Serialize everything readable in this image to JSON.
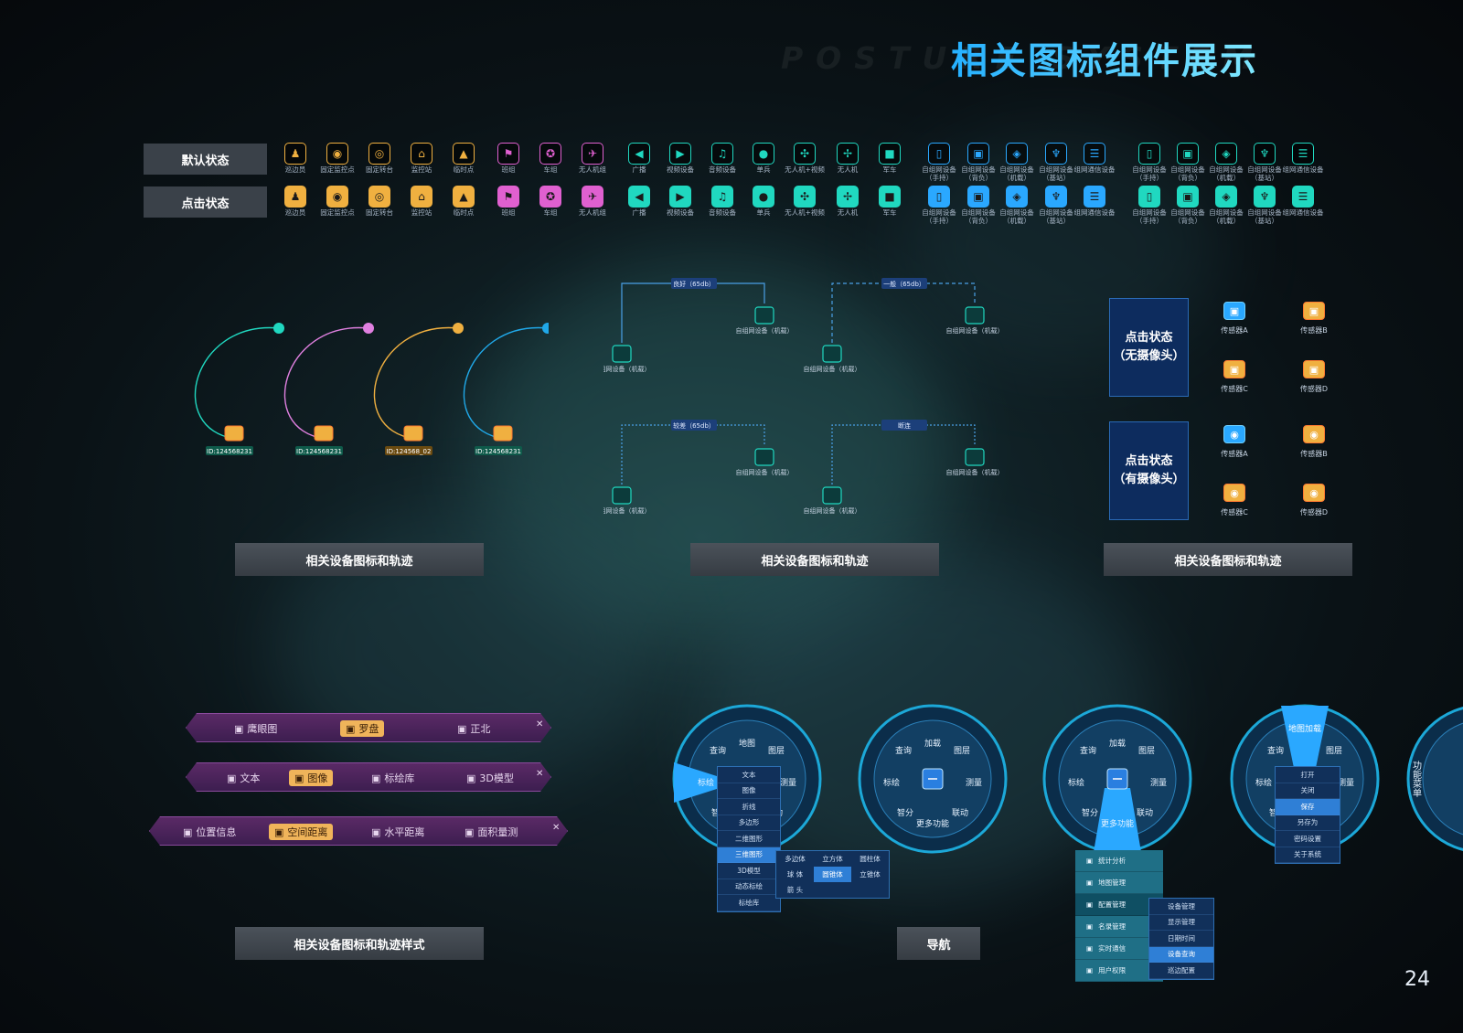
{
  "header": {
    "title": "相关图标组件展示",
    "bg_text": "POSTURE SYSTEM",
    "page_number": "24"
  },
  "states": {
    "default": "默认状态",
    "clicked": "点击状态"
  },
  "icon_groups": [
    {
      "label": "巡边员",
      "glyph": "♟",
      "color": "#f0b040"
    },
    {
      "label": "固定监控点",
      "glyph": "◉",
      "color": "#f0b040"
    },
    {
      "label": "固定转台",
      "glyph": "◎",
      "color": "#f0b040"
    },
    {
      "label": "监控站",
      "glyph": "⌂",
      "color": "#f0b040"
    },
    {
      "label": "临时点",
      "glyph": "▲",
      "color": "#f0b040"
    },
    {
      "label": "班组",
      "glyph": "⚑",
      "color": "#e060d0"
    },
    {
      "label": "车组",
      "glyph": "✪",
      "color": "#e060d0"
    },
    {
      "label": "无人机组",
      "glyph": "✈",
      "color": "#e060d0"
    },
    {
      "label": "广播",
      "glyph": "◀",
      "color": "#20d8c0"
    },
    {
      "label": "视频设备",
      "glyph": "▶",
      "color": "#20d8c0"
    },
    {
      "label": "音频设备",
      "glyph": "♫",
      "color": "#20d8c0"
    },
    {
      "label": "单兵",
      "glyph": "●",
      "color": "#20d8c0"
    },
    {
      "label": "无人机+视频",
      "glyph": "✣",
      "color": "#20d8c0"
    },
    {
      "label": "无人机",
      "glyph": "✢",
      "color": "#20d8c0"
    },
    {
      "label": "军车",
      "glyph": "■",
      "color": "#20d8c0"
    },
    {
      "label": "自组网设备（手持）",
      "glyph": "▯",
      "color": "#2aa8ff"
    },
    {
      "label": "自组网设备（背负）",
      "glyph": "▣",
      "color": "#2aa8ff"
    },
    {
      "label": "自组网设备（机载）",
      "glyph": "◈",
      "color": "#2aa8ff"
    },
    {
      "label": "自组网设备（基站）",
      "glyph": "♆",
      "color": "#2aa8ff"
    },
    {
      "label": "组网通信设备",
      "glyph": "☰",
      "color": "#2aa8ff"
    },
    {
      "label": "自组网设备（手持）",
      "glyph": "▯",
      "color": "#20d8c0"
    },
    {
      "label": "自组网设备（背负）",
      "glyph": "▣",
      "color": "#20d8c0"
    },
    {
      "label": "自组网设备（机载）",
      "glyph": "◈",
      "color": "#20d8c0"
    },
    {
      "label": "自组网设备（基站）",
      "glyph": "♆",
      "color": "#20d8c0"
    },
    {
      "label": "组网通信设备",
      "glyph": "☰",
      "color": "#20d8c0"
    }
  ],
  "trajectories": [
    {
      "id": "ID:124568231",
      "color": "#20d8c0",
      "dot": "#20d8c0"
    },
    {
      "id": "ID:124568231",
      "color": "#e080e0",
      "dot": "#e080e0"
    },
    {
      "id": "ID:124568_02",
      "color": "#f0b040",
      "dot": "#f0b040"
    },
    {
      "id": "ID:124568231",
      "color": "#20a8e8",
      "dot": "#20a8e8"
    }
  ],
  "links": [
    {
      "tag": "良好（65db）",
      "src": "自组网设备（机载）",
      "dst": "自组网设备（机载）"
    },
    {
      "tag": "一般（65db）",
      "src": "自组网设备（机载）",
      "dst": "自组网设备（机载）"
    },
    {
      "tag": "较差（65db）",
      "src": "自组网设备（机载）",
      "dst": "自组网设备（机载）"
    },
    {
      "tag": "断连",
      "src": "自组网设备（机载）",
      "dst": "自组网设备（机载）"
    }
  ],
  "panels": {
    "no_camera": "点击状态\n（无摄像头）",
    "with_camera": "点击状态\n（有摄像头）",
    "sensors": [
      "传感器A",
      "传感器B",
      "传感器C",
      "传感器D"
    ]
  },
  "sections": {
    "s1": "相关设备图标和轨迹",
    "s2": "相关设备图标和轨迹",
    "s3": "相关设备图标和轨迹",
    "s4": "相关设备图标和轨迹样式",
    "s5": "导航"
  },
  "toolbars": [
    {
      "items": [
        "鹰眼图",
        "罗盘",
        "正北"
      ],
      "selected": 1
    },
    {
      "items": [
        "文本",
        "图像",
        "标绘库",
        "3D模型"
      ],
      "selected": 1
    },
    {
      "items": [
        "位置信息",
        "空间距离",
        "水平距离",
        "面积量测"
      ],
      "selected": 1
    }
  ],
  "nav": {
    "wheel_items": [
      "查询",
      "地图",
      "图层",
      "测量",
      "联动",
      "更多功能",
      "智分",
      "标绘",
      "加载"
    ],
    "wheel1_menu": [
      "文本",
      "图像",
      "折线",
      "多边形",
      "二维图形",
      "三维图形",
      "3D模型",
      "动态标绘",
      "标绘库"
    ],
    "wheel1_menu_selected": 5,
    "wheel1_grid": [
      "多边体",
      "立方体",
      "圆柱体",
      "球 体",
      "圆锥体",
      "立锥体",
      "箭 头"
    ],
    "wheel1_grid_selected": 4,
    "wheel3_menu": [
      "统计分析",
      "地图管理",
      "配置管理",
      "名录管理",
      "实时通信",
      "用户权限"
    ],
    "wheel3_menu_selected": 2,
    "wheel3_sub": [
      "设备管理",
      "显示管理",
      "日期时间",
      "设备查询",
      "巡边配置"
    ],
    "wheel3_sub_selected": 3,
    "wheel4_menu": [
      "打开",
      "关闭",
      "保存",
      "另存为",
      "密码设置",
      "关于系统"
    ],
    "wheel4_menu_selected": 2,
    "wheel4_top": "地图加载",
    "wheel5_label": "功能菜单"
  }
}
